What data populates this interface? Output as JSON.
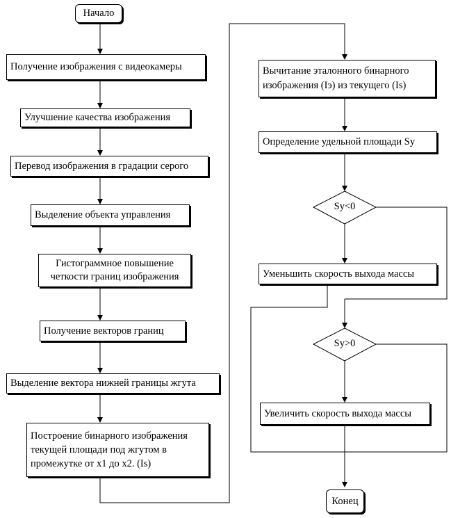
{
  "start": "Начало",
  "end": "Конец",
  "left_column": [
    "Получение изображения с видеокамеры",
    "Улучшение качества изображения",
    "Перевод изображения в градации серого",
    "Выделение объекта управления",
    "Гистограммное повышение четкости границ изображения",
    "Получение векторов границ",
    "Выделение вектора нижней границы жгута",
    "Построение бинарного изображения текущей площади под жгутом в промежутке от x1 до x2. (Is)"
  ],
  "right_column": {
    "subtract": "Вычитание эталонного бинарного изображения (Iэ) из текущего  (Is)",
    "area": "Определение удельной площади Sy",
    "decision1": "Sy<0",
    "decrease": "Уменьшить скорость выхода массы",
    "decision2": "Sy>0",
    "increase": "Увеличить скорость выхода массы"
  }
}
